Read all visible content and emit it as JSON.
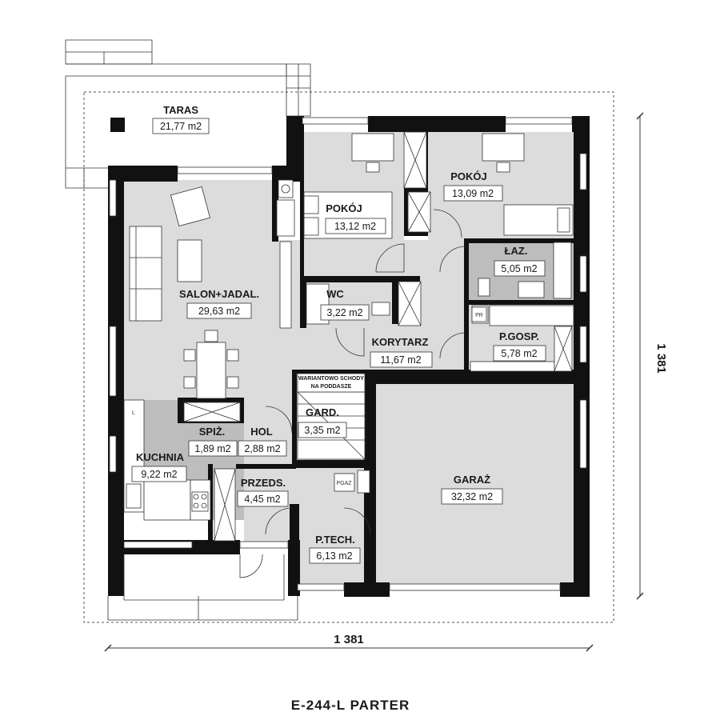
{
  "plan": {
    "caption": "E-244-L PARTER",
    "dim_width": "1 381",
    "dim_height": "1 381",
    "stair_note": [
      "WARIANTOWO SCHODY",
      "NA PODDASZE"
    ],
    "labels": {
      "pgaz": "PGAZ",
      "pr": "PR",
      "l": "L"
    },
    "rooms": {
      "taras": {
        "name": "TARAS",
        "area": "21,77 m2"
      },
      "salon": {
        "name": "SALON+JADAL.",
        "area": "29,63 m2"
      },
      "pokoj1": {
        "name": "POKÓJ",
        "area": "13,12 m2"
      },
      "pokoj2": {
        "name": "POKÓJ",
        "area": "13,09 m2"
      },
      "laz": {
        "name": "ŁAZ.",
        "area": "5,05 m2"
      },
      "wc": {
        "name": "WC",
        "area": "3,22 m2"
      },
      "korytarz": {
        "name": "KORYTARZ",
        "area": "11,67 m2"
      },
      "pgosp": {
        "name": "P.GOSP.",
        "area": "5,78 m2"
      },
      "gard": {
        "name": "GARD.",
        "area": "3,35 m2"
      },
      "spiz": {
        "name": "SPIŻ.",
        "area": "1,89 m2"
      },
      "hol": {
        "name": "HOL",
        "area": "2,88 m2"
      },
      "kuchnia": {
        "name": "KUCHNIA",
        "area": "9,22 m2"
      },
      "przeds": {
        "name": "PRZEDS.",
        "area": "4,45 m2"
      },
      "garaz": {
        "name": "GARAŻ",
        "area": "32,32 m2"
      },
      "ptech": {
        "name": "P.TECH.",
        "area": "6,13 m2"
      }
    },
    "colors": {
      "wall": "#111111",
      "floor": "#dcdcdc",
      "floor_dark": "#bdbdbd",
      "line": "#333333",
      "background": "#ffffff"
    }
  }
}
